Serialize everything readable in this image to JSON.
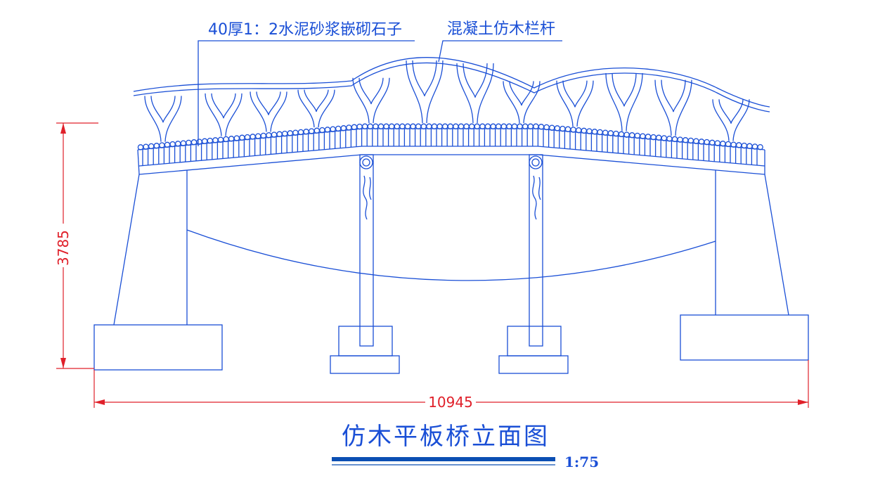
{
  "labels": {
    "stone_note": "40厚1：2水泥砂浆嵌砌石子",
    "railing_note": "混凝土仿木栏杆"
  },
  "dimensions": {
    "height": "3785",
    "width": "10945"
  },
  "title": "仿木平板桥立面图",
  "scale": "1:75",
  "colors": {
    "line": "#1a4fd6",
    "dimension": "#e0202a",
    "title_bar": "#0b4fb3"
  }
}
